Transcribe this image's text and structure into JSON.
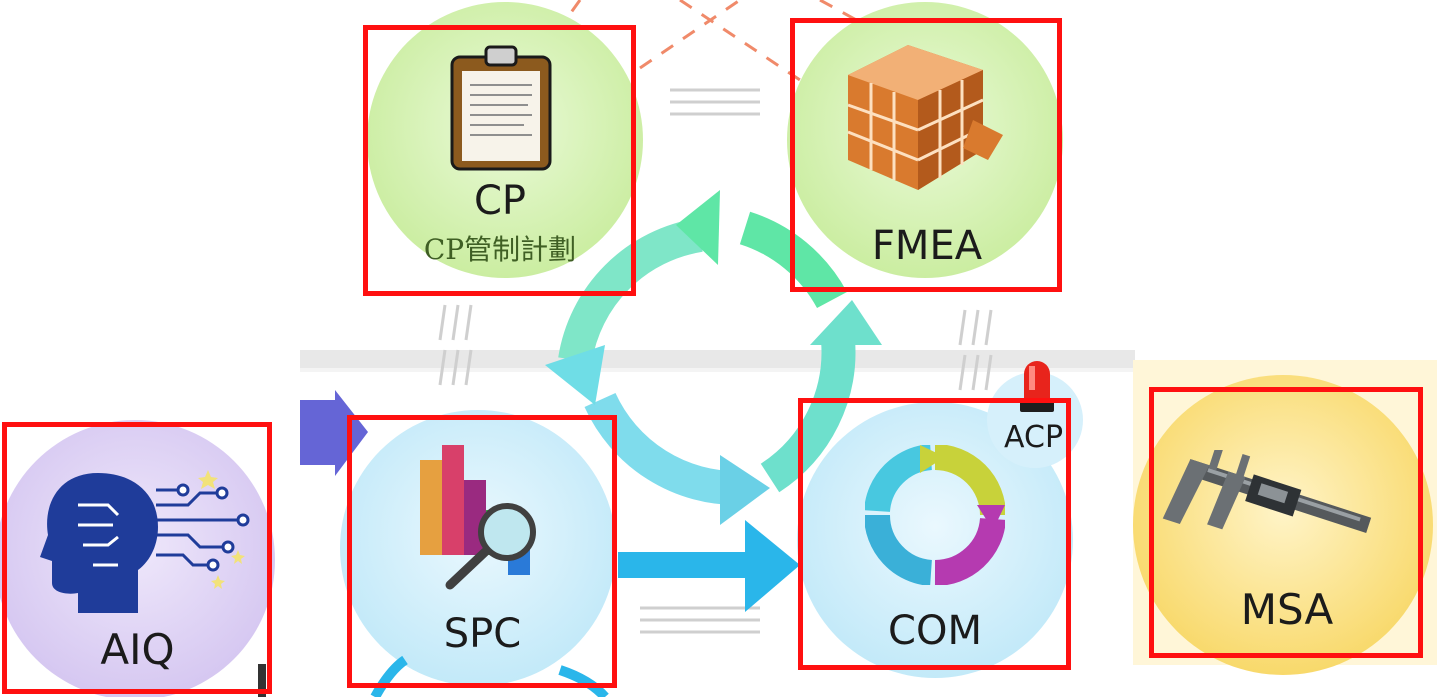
{
  "nodes": {
    "cp": {
      "label": "CP",
      "sublabel": "CP管制計劃"
    },
    "fmea": {
      "label": "FMEA"
    },
    "spc": {
      "label": "SPC"
    },
    "com": {
      "label": "COM"
    },
    "aiq": {
      "label": "AIQ"
    },
    "msa": {
      "label": "MSA"
    },
    "acp": {
      "label": "ACP"
    }
  },
  "colors": {
    "highlight_box": "#ff1010",
    "cp_circle": "#d9f2b6",
    "fmea_circle": "#d9f2b6",
    "spc_circle": "#cdeefa",
    "com_circle": "#cdeefa",
    "aiq_circle": "#ded2f4",
    "msa_circle": "#fbe18a",
    "cycle_arrow_green": "#52e0a0",
    "cycle_arrow_cyan": "#5fd9ea",
    "flow_arrow_blue": "#2ab6ea",
    "inbound_arrow_purple": "#6565d6"
  }
}
